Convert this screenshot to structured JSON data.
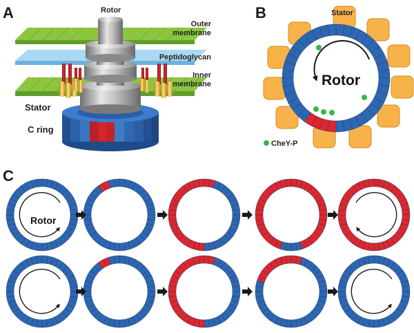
{
  "panels": {
    "a": {
      "letter": "A",
      "rotor_label": "Rotor",
      "outer_membrane_label": [
        "Outer",
        "membrane"
      ],
      "peptidoglycan_label": "Peptidoglycan",
      "inner_membrane_label": [
        "Inner",
        "membrane"
      ],
      "stator_label": "Stator",
      "cring_label": "C ring"
    },
    "b": {
      "letter": "B",
      "stator_label": "Stator",
      "rotor_label": "Rotor",
      "legend_label": "CheY-P"
    },
    "c": {
      "letter": "C",
      "rotor_label": "Rotor"
    }
  },
  "colors": {
    "membrane_green": "#8cc63f",
    "peptidoglycan_blue": "#a9d8f2",
    "ring_blue": "#2e67b1",
    "switch_red": "#e0262b",
    "stator_orange": "#f7b24a",
    "chey_green": "#3bb54a",
    "rotor_gray": "#a6a6a6"
  },
  "sequence": {
    "top_row": [
      {
        "red_fraction": 0.0,
        "arrow": "counterclockwise",
        "shows_label": true
      },
      {
        "red_fraction": 0.05,
        "arrow": "none",
        "shows_label": false
      },
      {
        "red_fraction": 0.55,
        "arrow": "none",
        "shows_label": false
      },
      {
        "red_fraction": 0.9,
        "arrow": "none",
        "shows_label": false
      },
      {
        "red_fraction": 1.0,
        "arrow": "clockwise",
        "shows_label": false
      }
    ],
    "bottom_row": [
      {
        "red_fraction": 0.0,
        "arrow": "counterclockwise",
        "shows_label": false
      },
      {
        "red_fraction": 0.05,
        "arrow": "none",
        "shows_label": false
      },
      {
        "red_fraction": 0.55,
        "arrow": "none",
        "shows_label": false
      },
      {
        "red_fraction": 0.25,
        "arrow": "none",
        "shows_label": false
      },
      {
        "red_fraction": 0.0,
        "arrow": "counterclockwise",
        "shows_label": false
      }
    ]
  }
}
